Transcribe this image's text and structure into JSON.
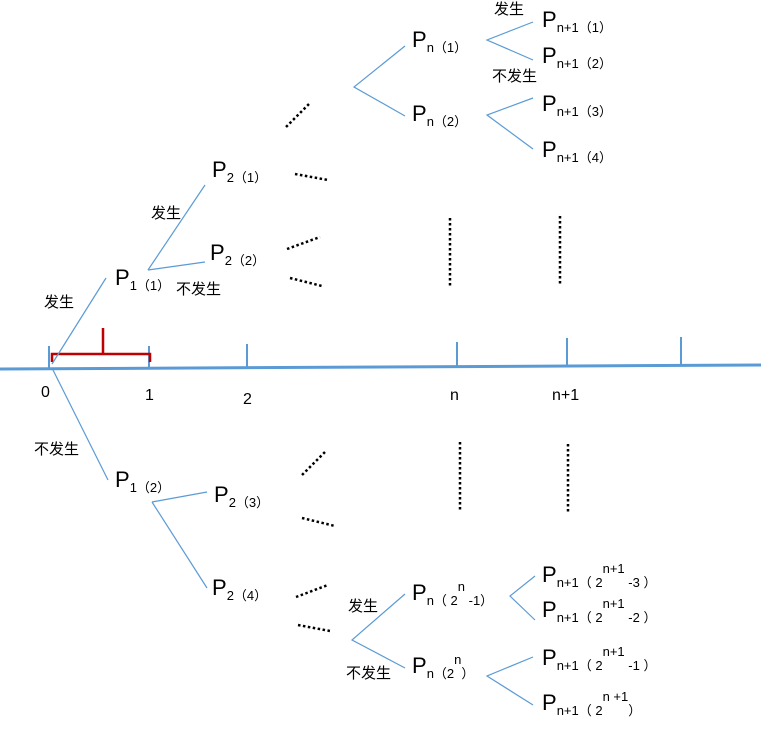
{
  "axis": {
    "ticks": [
      "0",
      "1",
      "2",
      "n",
      "n+1"
    ]
  },
  "labels": {
    "occur": "发生",
    "not_occur": "不发生"
  },
  "nodes": {
    "p1_1": {
      "letter": "P",
      "sub": "1",
      "idx": "（1）"
    },
    "p1_2": {
      "letter": "P",
      "sub": "1",
      "idx": "（2）"
    },
    "p2_1": {
      "letter": "P",
      "sub": "2",
      "idx": "（1）"
    },
    "p2_2": {
      "letter": "P",
      "sub": "2",
      "idx": "（2）"
    },
    "p2_3": {
      "letter": "P",
      "sub": "2",
      "idx": "（3）"
    },
    "p2_4": {
      "letter": "P",
      "sub": "2",
      "idx": "（4）"
    },
    "pn_1": {
      "letter": "P",
      "sub": "n",
      "idx": "（1）"
    },
    "pn_2": {
      "letter": "P",
      "sub": "n",
      "idx": "（2）"
    },
    "pn_3": {
      "letter": "P",
      "sub": "n",
      "idx_pre": "（ 2",
      "idx_sup": "n",
      "idx_post": " -1）"
    },
    "pn_4": {
      "letter": "P",
      "sub": "n",
      "idx_pre": "（2",
      "idx_sup": "n",
      "idx_post": "）"
    },
    "pn1_1": {
      "letter": "P",
      "sub": "n+1",
      "idx": "（1）"
    },
    "pn1_2": {
      "letter": "P",
      "sub": "n+1",
      "idx": "（2）"
    },
    "pn1_3": {
      "letter": "P",
      "sub": "n+1",
      "idx": "（3）"
    },
    "pn1_4": {
      "letter": "P",
      "sub": "n+1",
      "idx": "（4）"
    },
    "pn1_5": {
      "letter": "P",
      "sub": "n+1",
      "idx_pre": "（ 2",
      "idx_sup": "n+1",
      "idx_post": " -3 ）"
    },
    "pn1_6": {
      "letter": "P",
      "sub": "n+1",
      "idx_pre": "（ 2",
      "idx_sup": "n+1",
      "idx_post": " -2 ）"
    },
    "pn1_7": {
      "letter": "P",
      "sub": "n+1",
      "idx_pre": "（ 2",
      "idx_sup": "n+1",
      "idx_post": " -1 ）"
    },
    "pn1_8": {
      "letter": "P",
      "sub": "n+1",
      "idx_pre": "（ 2",
      "idx_sup": "n +1",
      "idx_post": "）"
    }
  },
  "colors": {
    "branch": "#5b9bd5",
    "axis": "#5b9bd5",
    "bracket": "#c00000",
    "dots": "#000000"
  }
}
